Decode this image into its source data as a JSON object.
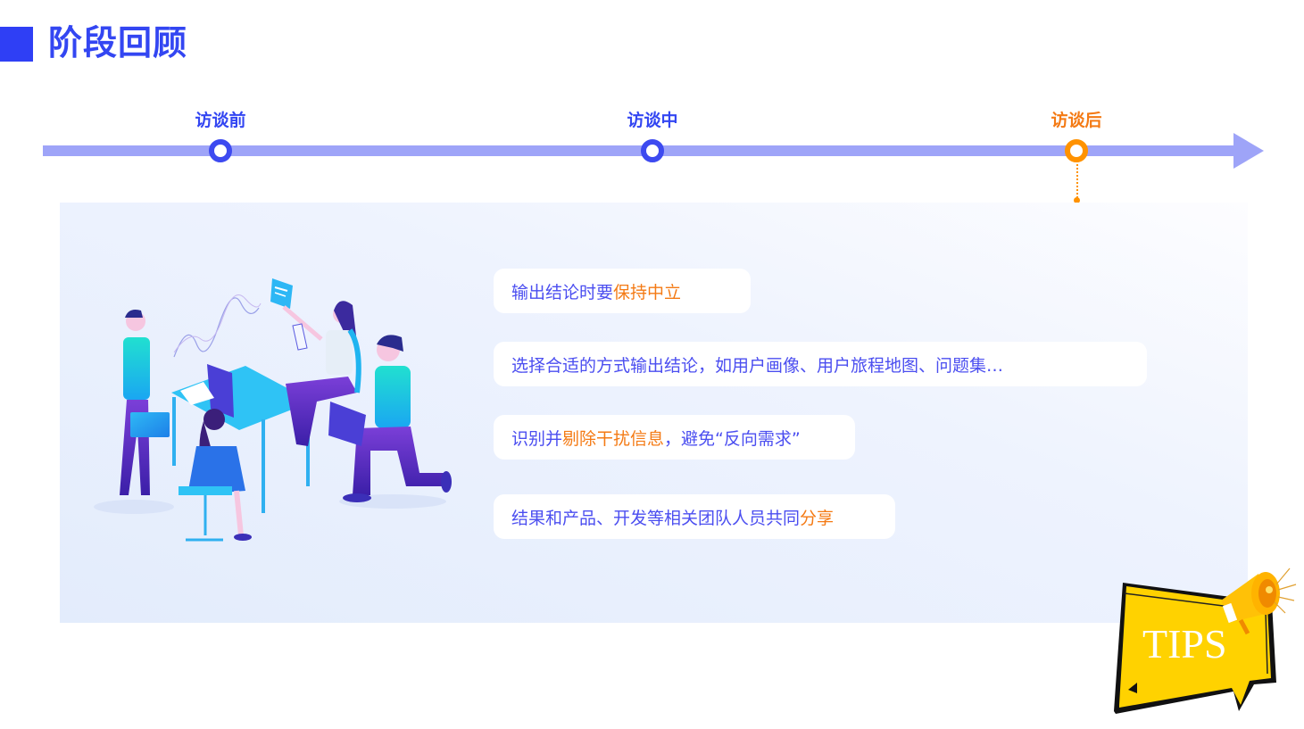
{
  "header": {
    "title": "阶段回顾",
    "accent_color": "#2f3ff5"
  },
  "timeline": {
    "bar_color": "#9ea4f8",
    "active_color": "#ff9200",
    "stages": [
      {
        "label": "访谈前",
        "active": false
      },
      {
        "label": "访谈中",
        "active": false
      },
      {
        "label": "访谈后",
        "active": true
      }
    ]
  },
  "panel": {
    "tips": [
      {
        "parts": [
          "输出结论时要",
          "保持中立"
        ],
        "highlight": [
          false,
          true
        ]
      },
      {
        "parts": [
          "选择合适的方式输出结论，如用户画像、用户旅程地图、问题集…"
        ],
        "highlight": [
          false
        ]
      },
      {
        "parts": [
          "识别并",
          "剔除干扰信息",
          "，避免“反向需求”"
        ],
        "highlight": [
          false,
          true,
          false
        ]
      },
      {
        "parts": [
          "结果和产品、开发等相关团队人员共同",
          "分享"
        ],
        "highlight": [
          false,
          true
        ]
      }
    ],
    "illustration": "team-collaboration-illustration"
  },
  "badge": {
    "text": "TIPS",
    "icon": "megaphone-icon"
  }
}
